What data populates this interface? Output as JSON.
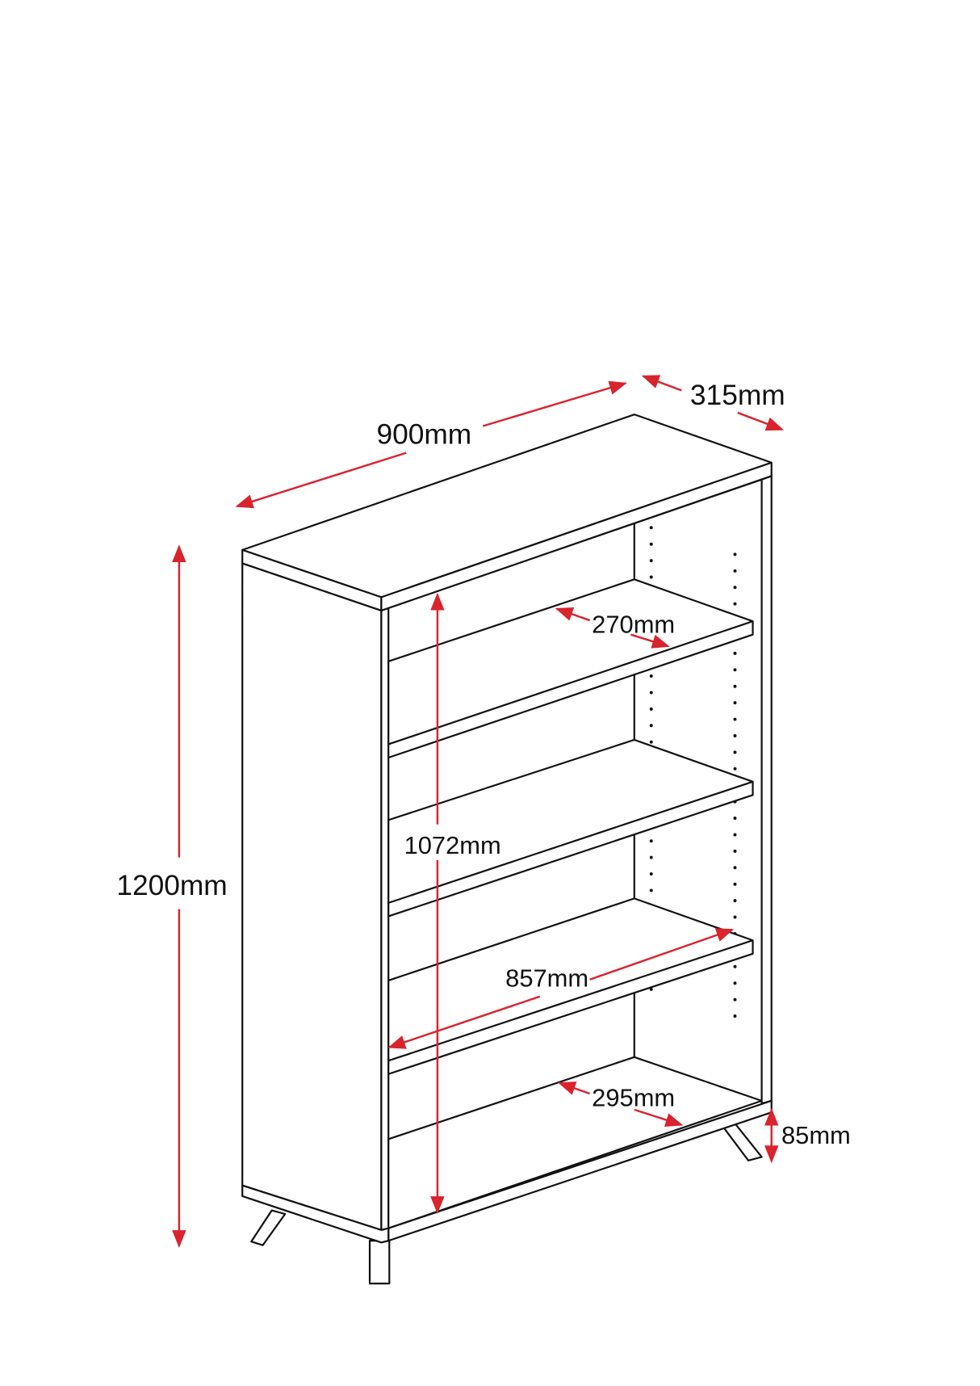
{
  "colors": {
    "dimension": "#d9232d",
    "outline": "#111111",
    "background": "#ffffff"
  },
  "dimensions": {
    "width": "900mm",
    "depth": "315mm",
    "height": "1200mm",
    "inner_height": "1072mm",
    "shelf_depth": "270mm",
    "inner_width": "857mm",
    "base_depth": "295mm",
    "leg_height": "85mm"
  }
}
